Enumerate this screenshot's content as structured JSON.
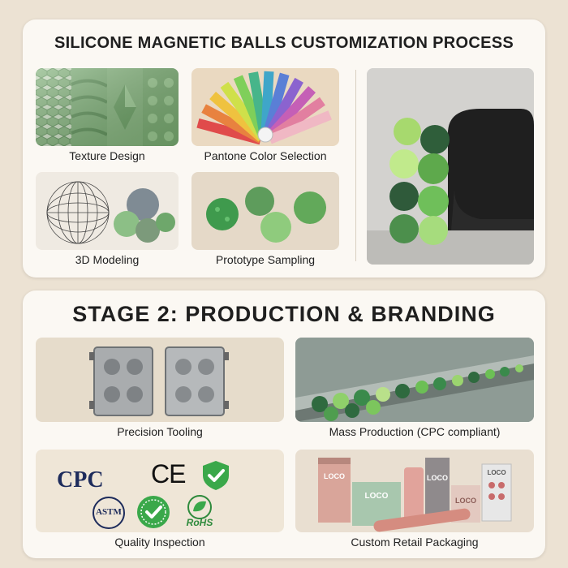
{
  "stage1": {
    "title": "SILICONE MAGNETIC BALLS CUSTOMIZATION PROCESS",
    "steps": [
      {
        "label": "Texture Design"
      },
      {
        "label": "Pantone Color Selection"
      },
      {
        "label": "3D Modeling"
      },
      {
        "label": "Prototype Sampling"
      }
    ]
  },
  "stage2": {
    "title": "STAGE 2: PRODUCTION & BRANDING",
    "steps": [
      {
        "label": "Precision Tooling"
      },
      {
        "label": "Mass Production (CPC compliant)"
      },
      {
        "label": "Quality Inspection"
      },
      {
        "label": "Custom Retail Packaging"
      }
    ],
    "certifications": [
      "CPC",
      "CE",
      "ASTM",
      "RoHS"
    ]
  },
  "packaging": {
    "brand": "LOCO"
  },
  "colors": {
    "page_bg": "#ece2d3",
    "panel_bg": "#fbf8f3",
    "silicone_green": "#6fae6a",
    "dark_green": "#3f7a49",
    "check_green": "#3aa84a"
  },
  "icons": [
    "shield-check-icon",
    "check-seal-icon",
    "rohs-leaf-icon"
  ]
}
